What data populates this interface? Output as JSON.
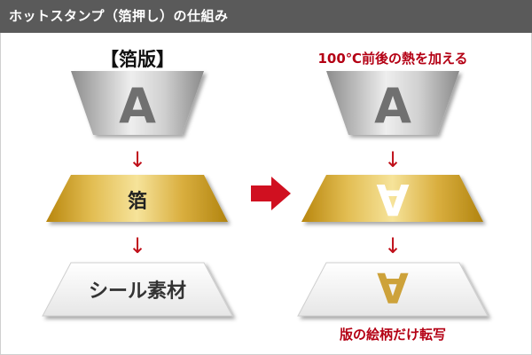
{
  "header": {
    "title": "ホットスタンプ（箔押し）の仕組み"
  },
  "left": {
    "plate_label": "【箔版】",
    "plate_letter": "A",
    "foil_label": "箔",
    "material_label": "シール素材",
    "down_arrow": "↓"
  },
  "right": {
    "heat_caption": "100℃前後の熱を加える",
    "plate_letter": "A",
    "foil_letter": "A",
    "material_letter": "A",
    "result_caption": "版の絵柄だけ転写",
    "down_arrow": "↓"
  },
  "colors": {
    "header_bg": "#5a5a5a",
    "header_text": "#ffffff",
    "caption_red": "#b40014",
    "arrow_red": "#c0101a",
    "transfer_arrow": "#d01020",
    "gold_dark": "#b88a12",
    "gold_light": "#f3dc86",
    "plate_gray": "#9a9a9a",
    "plate_light": "#e8e8e8",
    "letter_gray": "#737373"
  }
}
